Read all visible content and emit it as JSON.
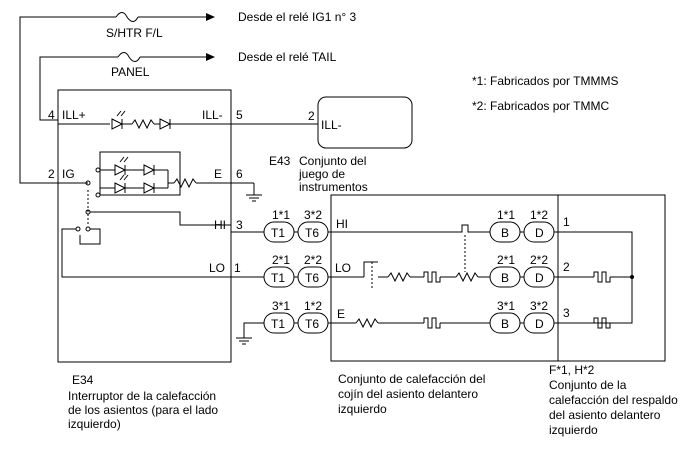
{
  "sources": {
    "ig1": "Desde el relé IG1 n° 3",
    "tail": "Desde el relé TAIL"
  },
  "fuses": {
    "shtr": "S/HTR F/L",
    "panel": "PANEL"
  },
  "notes": {
    "n1": "*1: Fabricados por TMMMS",
    "n2": "*2: Fabricados por TMMC"
  },
  "switch": {
    "code": "E34",
    "desc_lines": [
      "Interruptor de la calefacción",
      "de los asientos (para el lado",
      "izquierdo)"
    ],
    "pins": {
      "ill_plus_num": "4",
      "ill_plus": "ILL+",
      "ill_minus": "ILL-",
      "ill_minus_num": "5",
      "ig_num": "2",
      "ig": "IG",
      "e": "E",
      "e_num": "6",
      "hi": "HI",
      "hi_num": "3",
      "lo": "LO",
      "lo_num": "1"
    }
  },
  "cluster": {
    "code": "E43",
    "pin_num": "2",
    "pin": "ILL-",
    "desc_lines": [
      "Conjunto del",
      "juego de",
      "instrumentos"
    ]
  },
  "connectors": {
    "t_labels": [
      "1*1",
      "2*1",
      "3*1"
    ],
    "t6_labels": [
      "3*2",
      "2*2",
      "1*2"
    ],
    "t": "T1",
    "t6": "T6",
    "b_labels": [
      "1*1",
      "2*1",
      "3*1"
    ],
    "d_labels": [
      "1*2",
      "2*2",
      "3*2"
    ],
    "b": "B",
    "d": "D"
  },
  "cushion": {
    "hi": "HI",
    "lo": "LO",
    "e": "E",
    "desc_lines": [
      "Conjunto de calefacción del",
      "cojín del asiento delantero",
      "izquierdo"
    ]
  },
  "back": {
    "pins": [
      "1",
      "2",
      "3"
    ],
    "code": "F*1, H*2",
    "desc_lines": [
      "Conjunto de la",
      "calefacción del respaldo",
      "del asiento delantero",
      "izquierdo"
    ]
  }
}
